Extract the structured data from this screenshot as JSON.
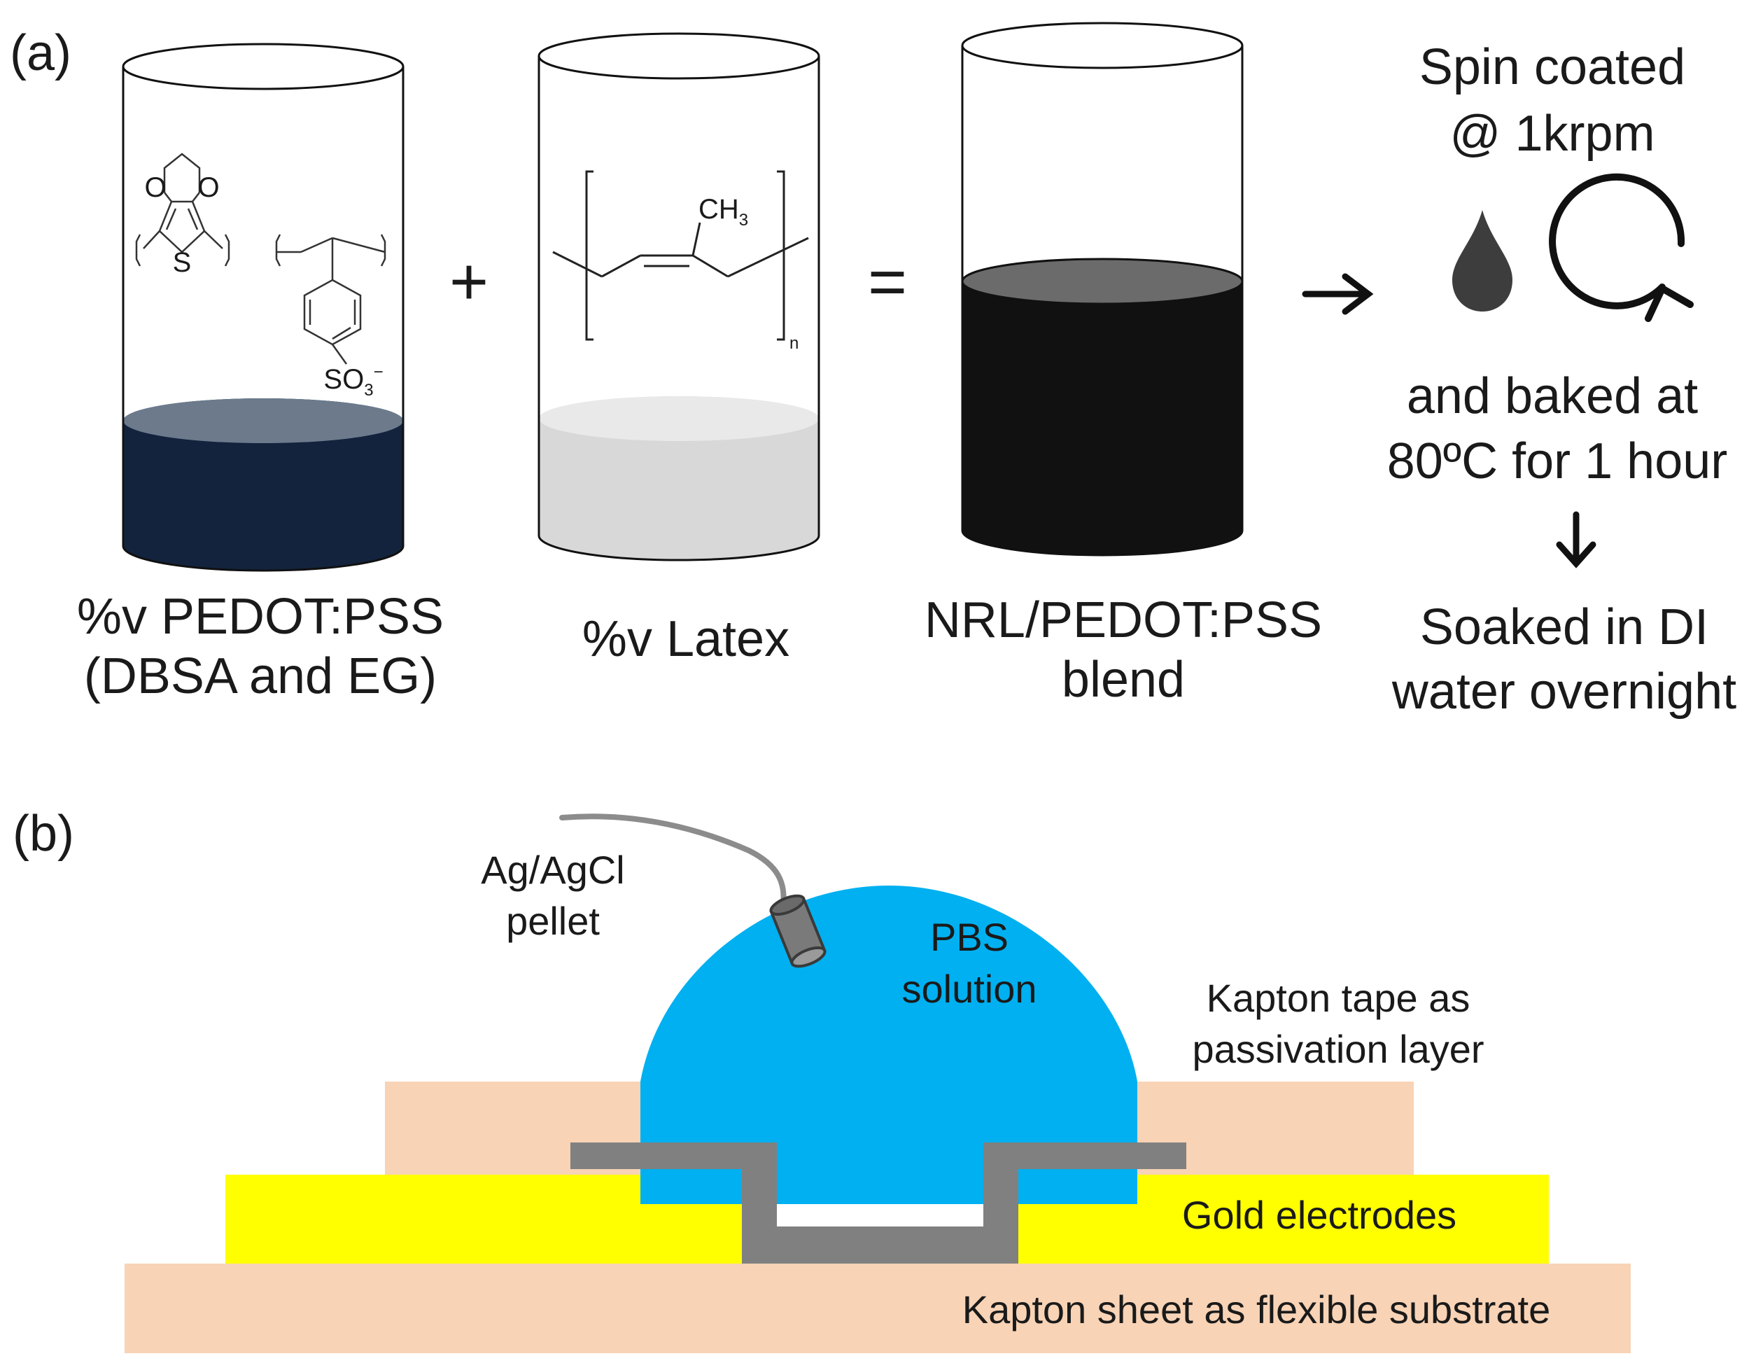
{
  "panel_a": {
    "label": "(a)",
    "beakers": [
      {
        "label_line1": "%v PEDOT:PSS",
        "label_line2": "(DBSA and EG)",
        "liquid_color": "#13233d",
        "surface_color": "#6c7a8c"
      },
      {
        "label_line1": "%v Latex",
        "liquid_color": "#d8d8d8",
        "surface_color": "#e9e9e9"
      },
      {
        "label_line1": "NRL/PEDOT:PSS",
        "label_line2": "blend",
        "liquid_color": "#111111",
        "surface_color": "#6b6b6b"
      }
    ],
    "plus_sign": "+",
    "equals_sign": "=",
    "chem_pedot": {
      "sulfur": "S",
      "sulfonate": "SO",
      "sulfonate_sub": "3",
      "sulfonate_sup": "−"
    },
    "chem_latex": {
      "methyl": "CH",
      "methyl_sub": "3",
      "repeat": "n"
    },
    "process": {
      "step1_line1": "Spin coated",
      "step1_line2": "@ 1krpm",
      "step2_line1": "and baked at",
      "step2_line2": "80ºC for 1 hour",
      "step3_line1": "Soaked in DI",
      "step3_line2": "water overnight"
    }
  },
  "panel_b": {
    "label": "(b)",
    "pellet_line1": "Ag/AgCl",
    "pellet_line2": "pellet",
    "solution_line1": "PBS",
    "solution_line2": "solution",
    "tape_line1": "Kapton tape as",
    "tape_line2": "passivation layer",
    "electrodes": "Gold electrodes",
    "substrate": "Kapton sheet as flexible substrate",
    "colors": {
      "kapton": "#f8d3b6",
      "gold": "#ffff00",
      "pbs": "#00b0f0",
      "polymer": "#808080"
    }
  }
}
